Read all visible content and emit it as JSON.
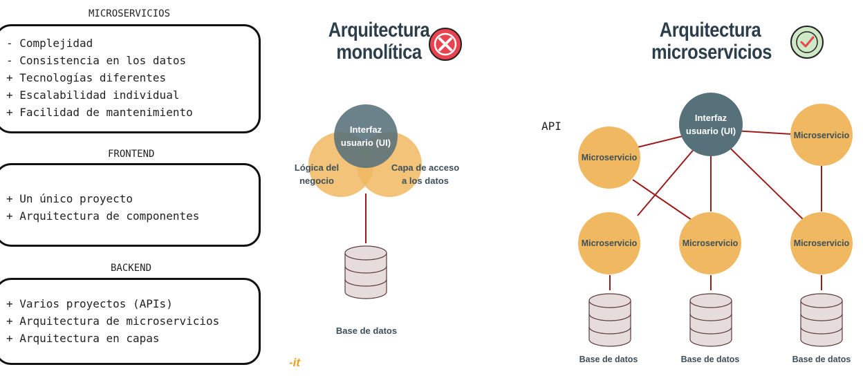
{
  "left": {
    "microservicios": {
      "title": "MICROSERVICIOS",
      "items": [
        "- Complejidad",
        "- Consistencia en los datos",
        "+ Tecnologías diferentes",
        "+ Escalabilidad individual",
        "+ Facilidad de mantenimiento"
      ]
    },
    "frontend": {
      "title": "FRONTEND",
      "items": [
        "+ Un único proyecto",
        "+ Arquitectura de componentes"
      ]
    },
    "backend": {
      "title": "BACKEND",
      "items": [
        "+ Varios proyectos (APIs)",
        "+ Arquitectura de microservicios",
        "+ Arquitectura en capas"
      ]
    }
  },
  "monolith": {
    "title_line1": "Arquitectura",
    "title_line2": "monolítica",
    "ui_line1": "Interfaz",
    "ui_line2": "usuario (UI)",
    "logic_line1": "Lógica del",
    "logic_line2": "negocio",
    "access_line1": "Capa de acceso",
    "access_line2": "a los datos",
    "db_label": "Base de datos",
    "logo_text": "-it"
  },
  "micro": {
    "title_line1": "Arquitectura",
    "title_line2": "microservicios",
    "api_label": "API",
    "ui_line1": "Interfaz",
    "ui_line2": "usuario (UI)",
    "service_label": "Microservicio",
    "db_label": "Base de datos"
  },
  "colors": {
    "orange": "#f0b860",
    "ui_gray": "#56717a",
    "line_red": "#9b1c1c",
    "db_fill": "#e6dcdc",
    "title_navy": "#2c3e4a",
    "bad_red": "#e8434f",
    "good_green": "#cfe8c6"
  },
  "icons": {
    "monolith_badge": "x-circle-icon",
    "micro_badge": "check-circle-icon"
  }
}
